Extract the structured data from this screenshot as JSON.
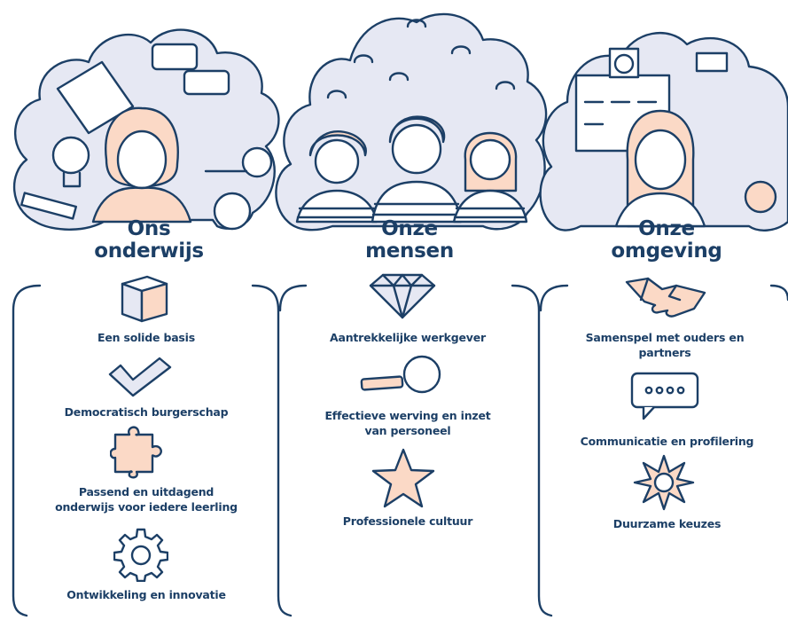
{
  "colors": {
    "navy": "#1c3f66",
    "peach": "#fbd9c6",
    "lavender": "#e6e8f3"
  },
  "columns": [
    {
      "title_line1": "Ons",
      "title_line2": "onderwijs",
      "items": [
        {
          "icon": "cube-icon",
          "label_line1": "Een solide basis",
          "label_line2": ""
        },
        {
          "icon": "checkmark-icon",
          "label_line1": "Democratisch burgerschap",
          "label_line2": ""
        },
        {
          "icon": "puzzle-piece-icon",
          "label_line1": "Passend en uitdagend",
          "label_line2": "onderwijs voor iedere leerling"
        },
        {
          "icon": "gear-icon",
          "label_line1": "Ontwikkeling en innovatie",
          "label_line2": ""
        }
      ]
    },
    {
      "title_line1": "Onze",
      "title_line2": "mensen",
      "items": [
        {
          "icon": "diamond-icon",
          "label_line1": "Aantrekkelijke werkgever",
          "label_line2": ""
        },
        {
          "icon": "magnifier-icon",
          "label_line1": "Effectieve werving en inzet",
          "label_line2": "van personeel"
        },
        {
          "icon": "star-icon",
          "label_line1": "Professionele cultuur",
          "label_line2": ""
        }
      ]
    },
    {
      "title_line1": "Onze",
      "title_line2": "omgeving",
      "items": [
        {
          "icon": "handshake-icon",
          "label_line1": "Samenspel met ouders en",
          "label_line2": "partners"
        },
        {
          "icon": "speech-bubble-icon",
          "label_line1": "Communicatie en profilering",
          "label_line2": ""
        },
        {
          "icon": "flower-icon",
          "label_line1": "Duurzame keuzes",
          "label_line2": ""
        }
      ]
    }
  ]
}
